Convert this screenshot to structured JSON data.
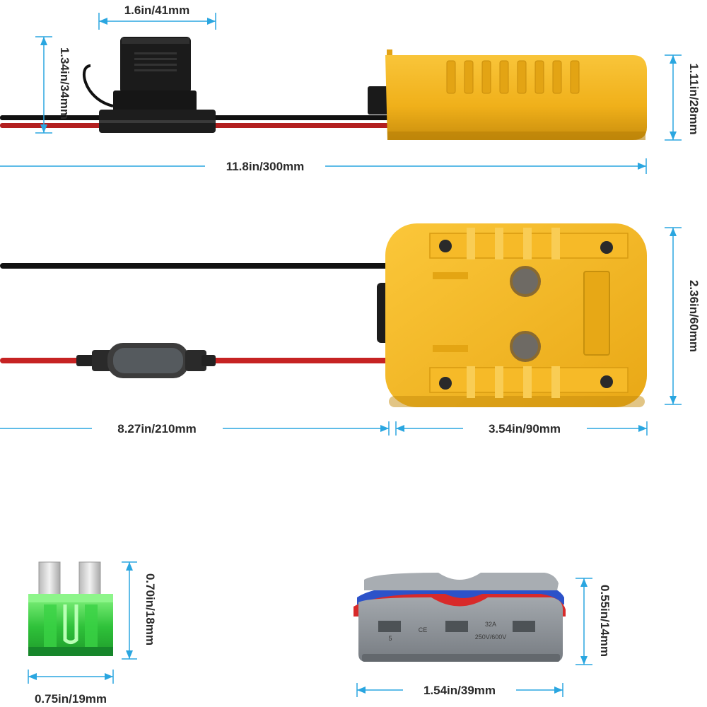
{
  "dimensions": {
    "fuse_holder_width": "1.6in/41mm",
    "fuse_holder_height": "1.34in/34mm",
    "adapter_height_side": "1.11in/28mm",
    "total_length": "11.8in/300mm",
    "adapter_width_top": "2.36in/60mm",
    "cable_length": "8.27in/210mm",
    "adapter_length": "3.54in/90mm",
    "fuse_height": "0.70in/18mm",
    "fuse_width": "0.75in/19mm",
    "connector_height": "0.55in/14mm",
    "connector_width": "1.54in/39mm"
  },
  "connector_markings": {
    "ce": "CE",
    "rating_current": "32A",
    "rating_voltage": "250V/600V",
    "small_mark": "5"
  },
  "colors": {
    "dimension_lines": "#2aa6e0",
    "adapter_body": "#f2b51e",
    "fuse": "#3bd043",
    "connector_body": "#8a9096",
    "wire_red": "#d42a2a",
    "wire_black": "#111111"
  }
}
